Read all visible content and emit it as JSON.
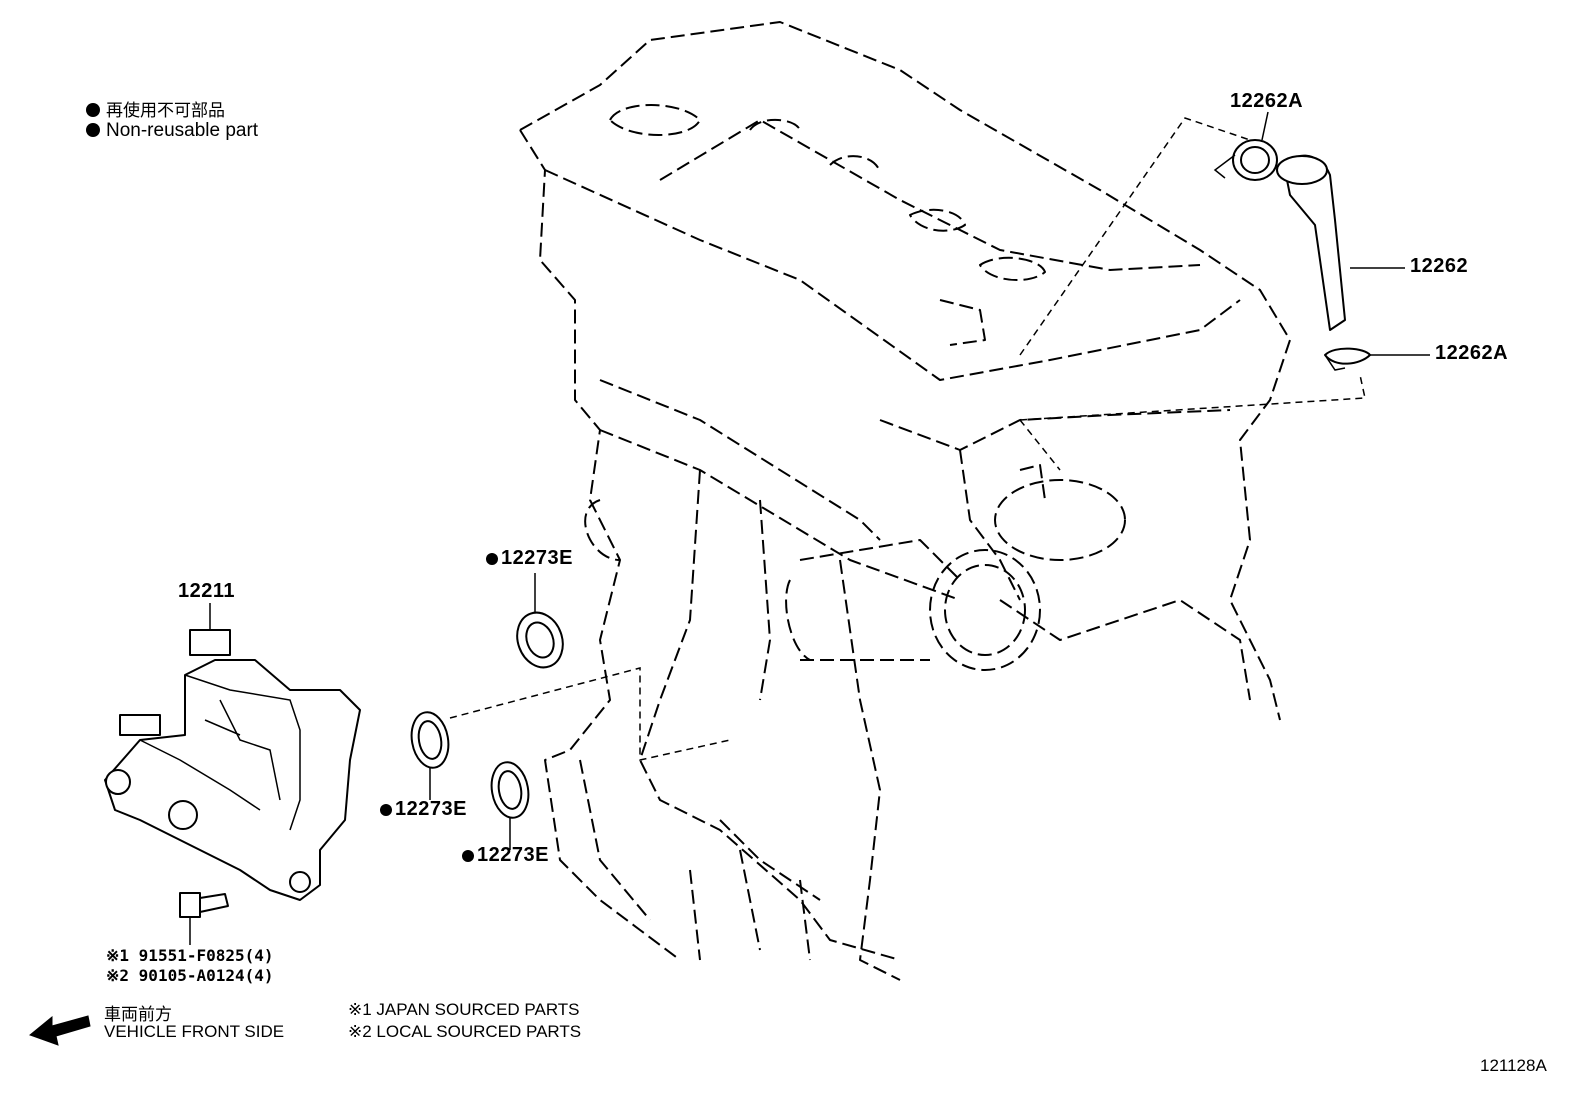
{
  "legend": {
    "line1_text": "再使用不可部品",
    "line2_text": "Non-reusable part"
  },
  "parts": {
    "hose": "12262",
    "clip_top": "12262A",
    "clip_bottom": "12262A",
    "separator": "12211",
    "gasket_upper": "12273E",
    "gasket_left": "12273E",
    "gasket_lower": "12273E"
  },
  "bolts": {
    "line1": "※1 91551-F0825(4)",
    "line2": "※2 90105-A0124(4)"
  },
  "direction": {
    "jp": "車両前方",
    "en": "VEHICLE FRONT SIDE"
  },
  "sourcing": {
    "note1": "※1 JAPAN SOURCED PARTS",
    "note2": "※2 LOCAL SOURCED PARTS"
  },
  "figure_id": "121128A"
}
